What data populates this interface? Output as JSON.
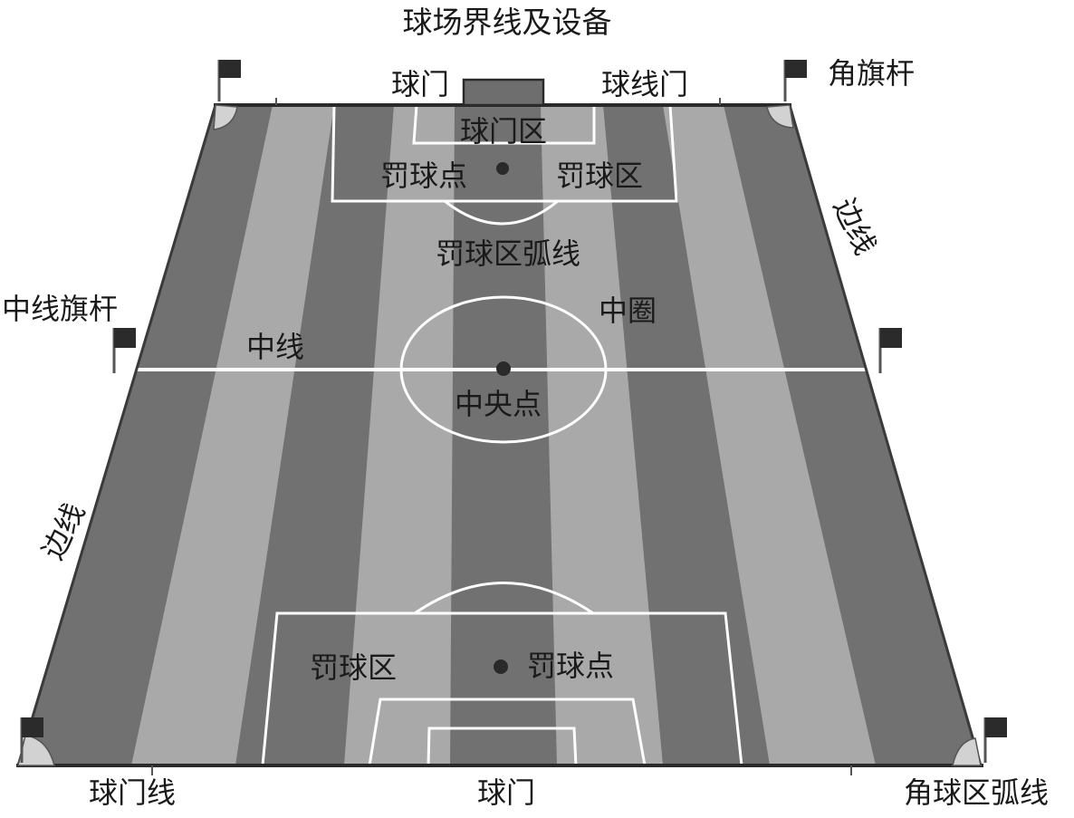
{
  "title": "球场界线及设备",
  "labels": {
    "goal_top": "球门",
    "goal_line_gate": "球线门",
    "corner_flag": "角旗杆",
    "goal_area": "球门区",
    "penalty_spot_top": "罚球点",
    "penalty_area_top": "罚球区",
    "touchline_right": "边线",
    "penalty_arc": "罚球区弧线",
    "halfway_flag": "中线旗杆",
    "center_circle": "中圈",
    "halfway_line": "中线",
    "center_spot": "中央点",
    "touchline_left": "边线",
    "penalty_area_bottom": "罚球区",
    "penalty_spot_bottom": "罚球点",
    "goal_line": "球门线",
    "goal_bottom": "球门",
    "corner_arc": "角球区弧线"
  },
  "colors": {
    "stripe_dark": "#717171",
    "stripe_light": "#a9a9a9",
    "lines": "#ffffff",
    "flag": "#2b2b2b",
    "goal": "#6e6e6e",
    "corner_fill": "#d2d2d2"
  }
}
